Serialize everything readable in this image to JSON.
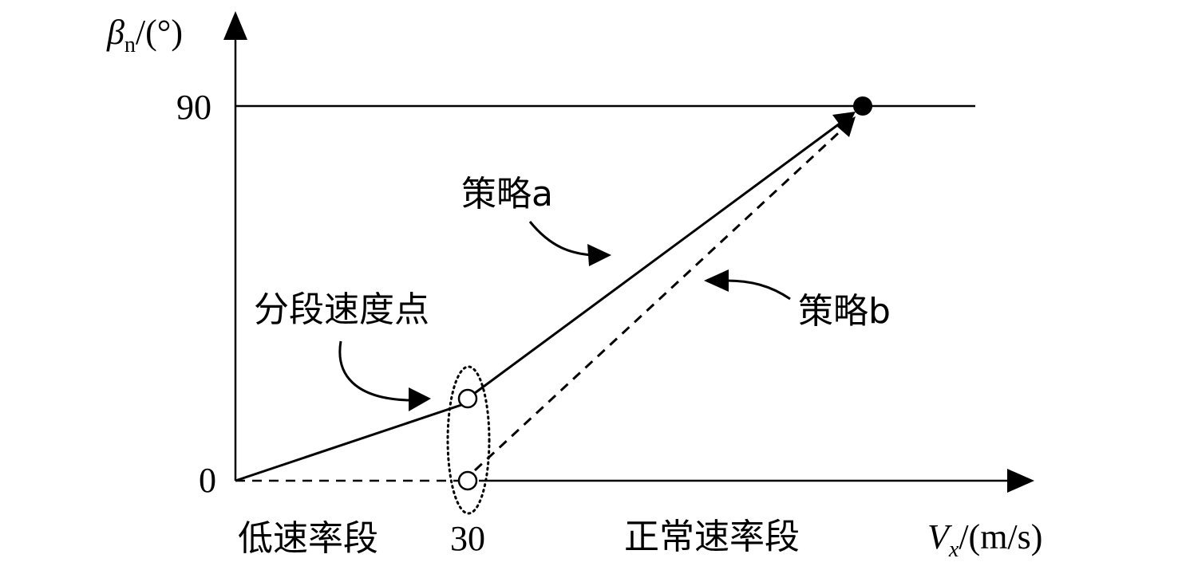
{
  "axes": {
    "y_label_symbol": "β",
    "y_label_subscript": "n",
    "y_label_unit": "/(°)",
    "x_label_symbol": "V",
    "x_label_subscript": "x",
    "x_label_unit": "/(m/s)",
    "y_tick_top": "90",
    "y_tick_zero": "0",
    "x_tick_split": "30"
  },
  "regions": {
    "low_speed": "低速率段",
    "normal_speed": "正常速率段"
  },
  "annotations": {
    "split_point": "分段速度点",
    "strategy_a": "策略a",
    "strategy_b": "策略b"
  },
  "colors": {
    "ink": "#000000",
    "background": "#ffffff"
  }
}
